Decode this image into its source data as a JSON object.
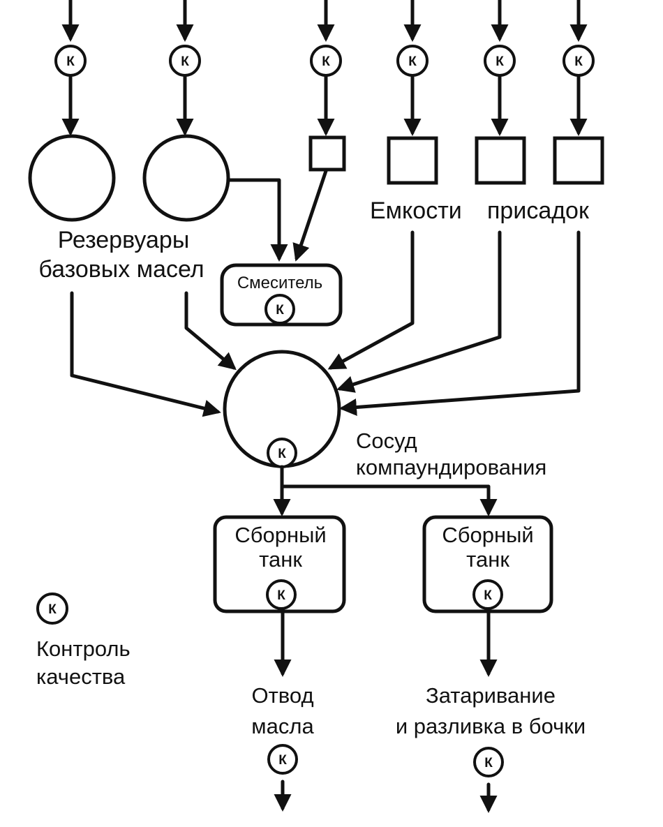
{
  "labels": {
    "reservoirs_line1": "Резервуары",
    "reservoirs_line2": "базовых масел",
    "additive_tanks_part1": "Емкости",
    "additive_tanks_part2": "присадок",
    "mixer": "Смеситель",
    "vessel_line1": "Сосуд",
    "vessel_line2": "компаундирования",
    "collector_tank_line1": "Сборный",
    "collector_tank_line2": "танк",
    "oil_outlet_line1": "Отвод",
    "oil_outlet_line2": "масла",
    "packaging_line1": "Затаривание",
    "packaging_line2": "и разливка в бочки",
    "legend_line1": "Контроль",
    "legend_line2": "качества"
  },
  "quality_control_symbol": "К"
}
